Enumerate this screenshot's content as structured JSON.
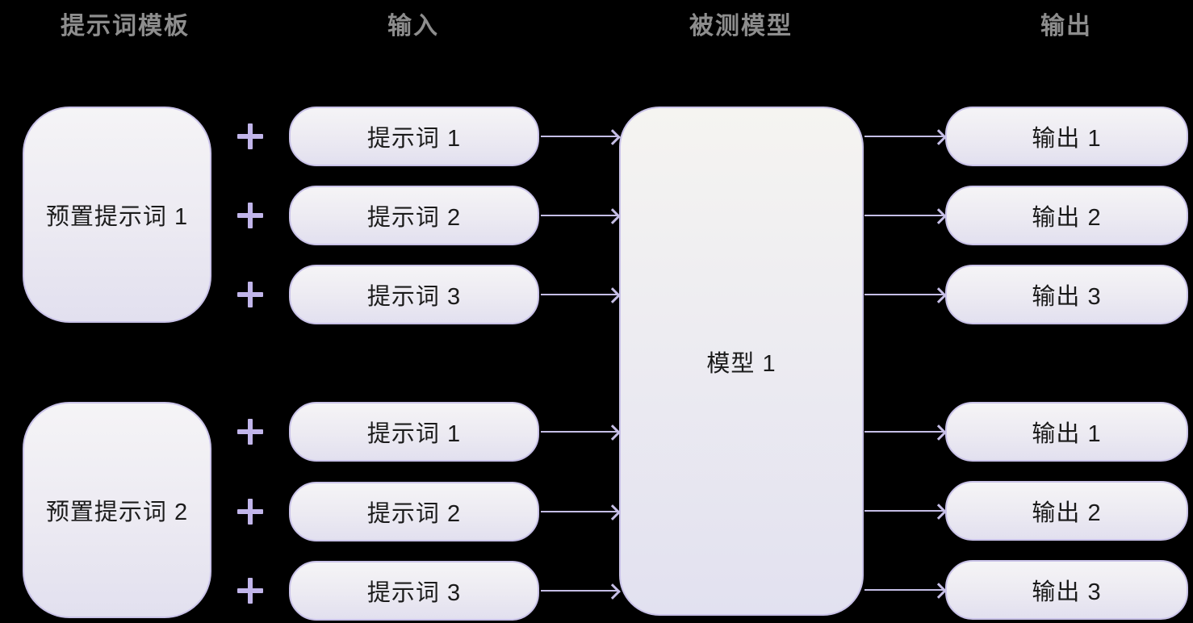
{
  "headers": {
    "template": "提示词模板",
    "input": "输入",
    "model": "被测模型",
    "output": "输出"
  },
  "icons": {
    "plus": "+",
    "arrow": "→"
  },
  "groups": [
    {
      "preset": "预置提示词 1",
      "inputs": [
        "提示词 1",
        "提示词 2",
        "提示词 3"
      ],
      "outputs": [
        "输出 1",
        "输出 2",
        "输出 3"
      ]
    },
    {
      "preset": "预置提示词 2",
      "inputs": [
        "提示词 1",
        "提示词 2",
        "提示词 3"
      ],
      "outputs": [
        "输出 1",
        "输出 2",
        "输出 3"
      ]
    }
  ],
  "model": {
    "label": "模型 1"
  },
  "colors": {
    "background": "#000000",
    "header_text": "#8d8d8d",
    "node_border": "#c9c2e8",
    "node_fill_top": "#f5f4f6",
    "node_fill_bottom": "#e2e0ef",
    "node_text": "#1b1b1b",
    "arrow": "#c5bee6",
    "plus": "#c1b5ea"
  }
}
